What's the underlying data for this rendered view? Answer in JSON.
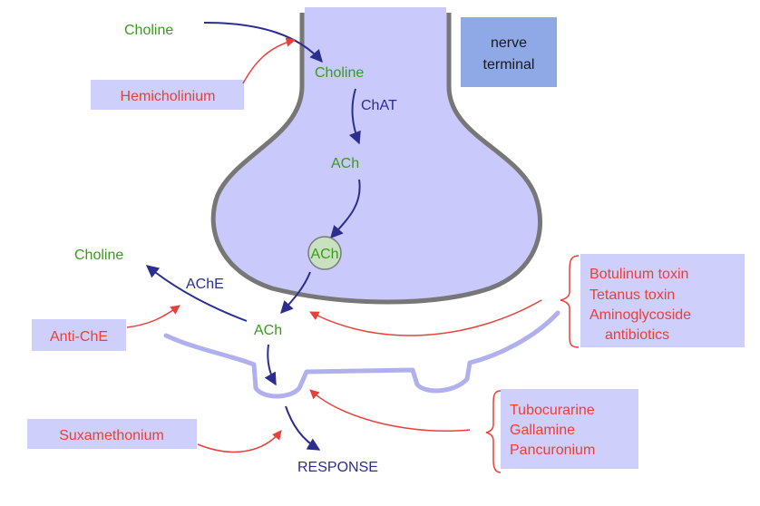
{
  "colors": {
    "green": "#3a9a1f",
    "navy": "#2b2e8f",
    "red": "#e8403a",
    "terminal_fill": "#c9c9fb",
    "terminal_stroke": "#777777",
    "box_fill": "#cfcffb",
    "nerve_box_fill": "#8fa8e6",
    "vesicle_fill": "#c8e2c0",
    "membrane": "#b0b0ee"
  },
  "labels": {
    "choline_top": "Choline",
    "choline_inside": "Choline",
    "chat": "ChAT",
    "ach_inside": "ACh",
    "ach_vesicle": "ACh",
    "choline_left": "Choline",
    "ache": "AChE",
    "ach_cleft": "ACh",
    "response": "RESPONSE"
  },
  "boxes": {
    "nerve_terminal": [
      "nerve",
      "terminal"
    ],
    "hemicholinium": "Hemicholinium",
    "anti_che": "Anti-ChE",
    "suxamethonium": "Suxamethonium",
    "release_inhibitors": [
      "Botulinum toxin",
      "Tetanus toxin",
      "Aminoglycoside",
      "antibiotics"
    ],
    "receptor_blockers": [
      "Tubocurarine",
      "Gallamine",
      "Pancuronium"
    ]
  }
}
